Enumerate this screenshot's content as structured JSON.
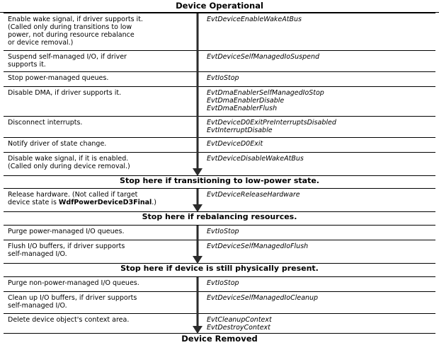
{
  "title": "Device Operational",
  "footer": "Device Removed",
  "sections": [
    {
      "rows": [
        {
          "step": "Enable wake signal, if driver supports it.\n(Called only during transitions to low\npower, not during resource rebalance\nor device removal.)",
          "callbacks": [
            "EvtDeviceEnableWakeAtBus"
          ]
        },
        {
          "step": "Suspend self-managed I/O, if driver\nsupports it.",
          "callbacks": [
            "EvtDeviceSelfManagedIoSuspend"
          ]
        },
        {
          "step": "Stop power-managed queues.",
          "callbacks": [
            "EvtIoStop"
          ]
        },
        {
          "step": "Disable DMA, if driver supports it.",
          "callbacks": [
            "EvtDmaEnablerSelfManagedIoStop",
            "EvtDmaEnablerDisable",
            "EvtDmaEnablerFlush"
          ]
        },
        {
          "step": "Disconnect interrupts.",
          "callbacks": [
            "EvtDeviceD0ExitPreInterruptsDisabled",
            "EvtInterruptDisable"
          ]
        },
        {
          "step": "Notify driver of state change.",
          "callbacks": [
            "EvtDeviceD0Exit"
          ]
        },
        {
          "step": "Disable wake signal, if it is enabled.\n(Called only during device removal.)",
          "callbacks": [
            "EvtDeviceDisableWakeAtBus"
          ]
        }
      ],
      "stop": "Stop here if transitioning to low-power state."
    },
    {
      "rows": [
        {
          "step": "Release hardware. (Not called if target\ndevice state is ",
          "step_bold": "WdfPowerDeviceD3Final",
          "step_tail": ".)",
          "callbacks": [
            "EvtDeviceReleaseHardware"
          ]
        }
      ],
      "stop": "Stop here if rebalancing resources."
    },
    {
      "rows": [
        {
          "step": "Purge power-managed I/O queues.",
          "callbacks": [
            "EvtIoStop"
          ]
        },
        {
          "step": "Flush I/O buffers, if driver supports\nself-managed I/O.",
          "callbacks": [
            "EvtDeviceSelfManagedIoFlush"
          ]
        }
      ],
      "stop": "Stop here if device is still physically present."
    },
    {
      "rows": [
        {
          "step": "Purge non-power-managed I/O queues.",
          "callbacks": [
            "EvtIoStop"
          ]
        },
        {
          "step": "Clean up I/O buffers, if driver supports\nself-managed I/O.",
          "callbacks": [
            "EvtDeviceSelfManagedIoCleanup"
          ]
        },
        {
          "step": "Delete device object's context area.",
          "callbacks": [
            "EvtCleanupContext",
            "EvtDestroyContext"
          ]
        }
      ],
      "stop": ""
    }
  ]
}
